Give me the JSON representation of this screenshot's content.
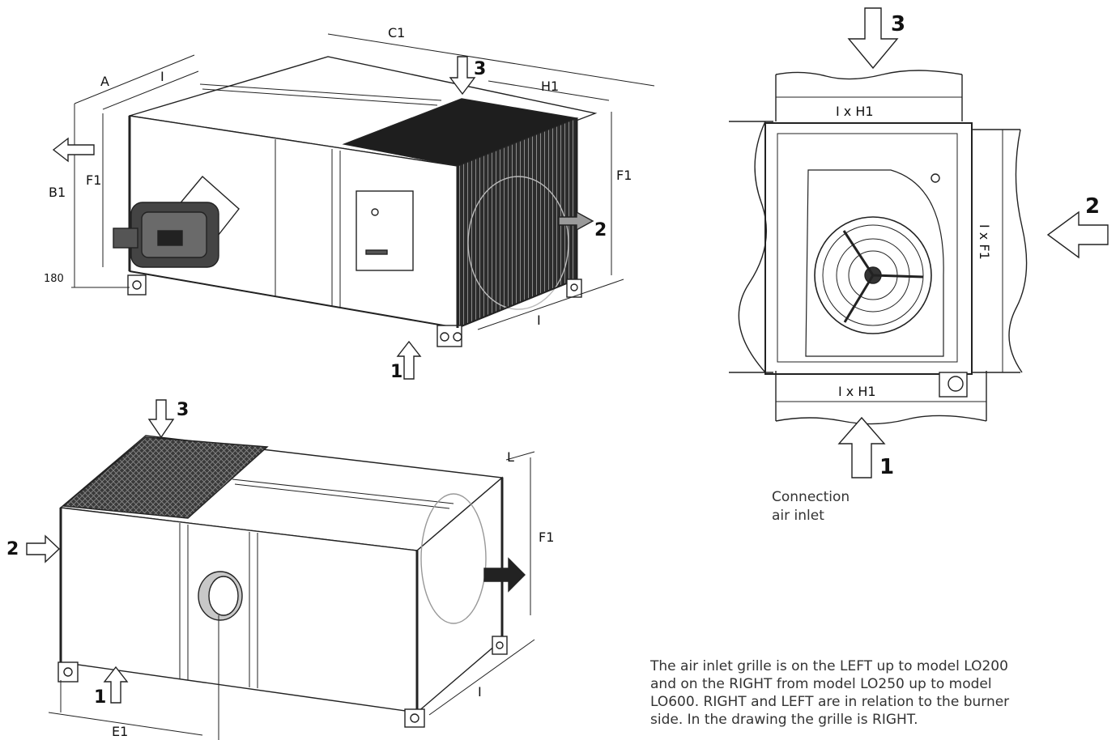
{
  "iso_top": {
    "dims": {
      "A": "A",
      "I": "I",
      "C1": "C1",
      "H1": "H1",
      "F1_left": "F1",
      "F1_right": "F1",
      "B1": "B1",
      "h180": "180",
      "I_bottom": "I"
    },
    "arrows": {
      "n1": "1",
      "n2": "2",
      "n3": "3"
    }
  },
  "iso_bottom": {
    "dims": {
      "L": "L",
      "F1": "F1",
      "E1": "E1",
      "I": "I"
    },
    "arrows": {
      "n1": "1",
      "n2": "2",
      "n3": "3"
    }
  },
  "front_view": {
    "labels": {
      "top": "I x H1",
      "bottom": "I x H1",
      "side": "I x F1"
    },
    "arrows": {
      "n1": "1",
      "n2": "2",
      "n3": "3"
    },
    "caption_line1": "Connection",
    "caption_line2": "air inlet"
  },
  "note": {
    "line1": "The air inlet grille is on the LEFT up to model LO200",
    "line2": "and on the RIGHT from model LO250 up to model",
    "line3": "LO600. RIGHT and LEFT are in relation to the burner",
    "line4": "side. In the drawing the grille is RIGHT."
  }
}
